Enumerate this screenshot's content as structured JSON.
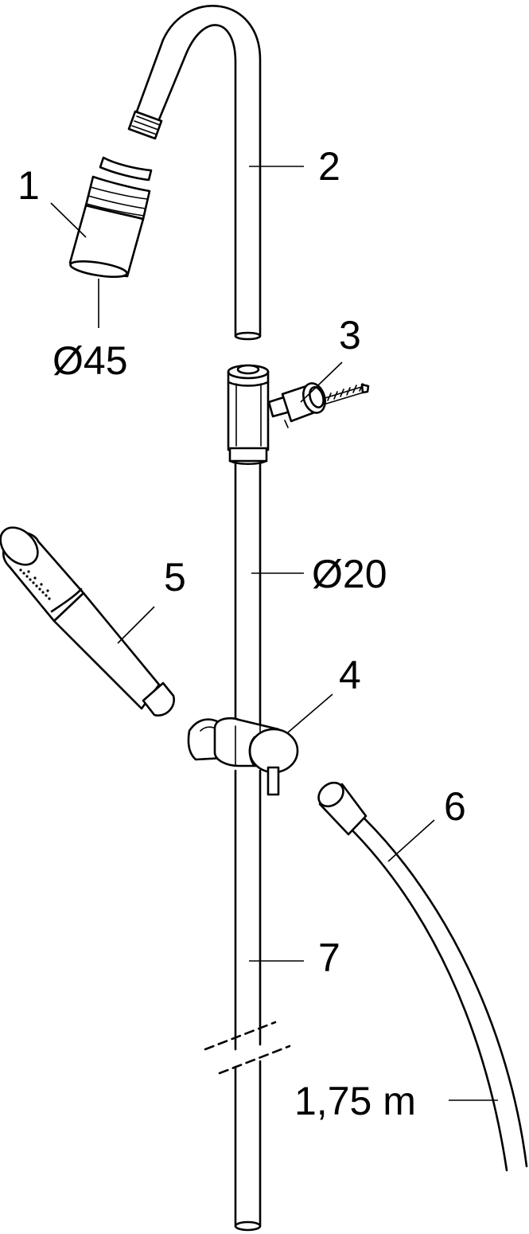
{
  "labels": {
    "p1": "1",
    "p2": "2",
    "p3": "3",
    "p4": "4",
    "p5": "5",
    "p6": "6",
    "p7": "7",
    "d45": "Ø45",
    "d20": "Ø20",
    "hose_length": "1,75 m"
  }
}
